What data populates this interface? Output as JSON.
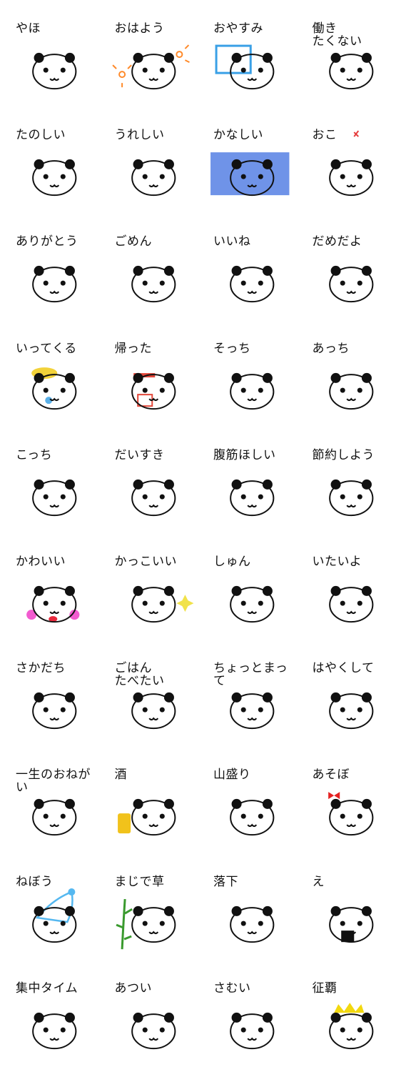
{
  "sheet_title": "",
  "stickers": [
    {
      "label": "やほ",
      "art": "panda-face"
    },
    {
      "label": "おはよう",
      "art": "panda-sun"
    },
    {
      "label": "おやすみ",
      "art": "panda-bed"
    },
    {
      "label": "働き\nたくない",
      "art": "panda-lying"
    },
    {
      "label": "たのしい",
      "art": "panda-happy-eyes"
    },
    {
      "label": "うれしい",
      "art": "panda-jump"
    },
    {
      "label": "かなしい",
      "art": "panda-blue-scribble"
    },
    {
      "label": "おこ",
      "art": "panda-angry"
    },
    {
      "label": "ありがとう",
      "art": "panda-heart"
    },
    {
      "label": "ごめん",
      "art": "panda-bow"
    },
    {
      "label": "いいね",
      "art": "panda-thumbs"
    },
    {
      "label": "だめだよ",
      "art": "panda-flat"
    },
    {
      "label": "いってくる",
      "art": "panda-hat"
    },
    {
      "label": "帰った",
      "art": "panda-headband"
    },
    {
      "label": "そっち",
      "art": "panda-point-left"
    },
    {
      "label": "あっち",
      "art": "panda-point-right"
    },
    {
      "label": "こっち",
      "art": "panda-big-mouth"
    },
    {
      "label": "だいすき",
      "art": "panda-heart-eyes"
    },
    {
      "label": "腹筋ほしい",
      "art": "panda-belly"
    },
    {
      "label": "節約しよう",
      "art": "panda-thin"
    },
    {
      "label": "かわいい",
      "art": "panda-blush"
    },
    {
      "label": "かっこいい",
      "art": "panda-cool"
    },
    {
      "label": "しゅん",
      "art": "panda-sad"
    },
    {
      "label": "いたいよ",
      "art": "panda-hurt"
    },
    {
      "label": "さかだち",
      "art": "panda-handstand"
    },
    {
      "label": "ごはん\nたべたい",
      "art": "panda-hungry"
    },
    {
      "label": "ちょっとまって",
      "art": "panda-wait"
    },
    {
      "label": "はやくして",
      "art": "panda-hurry"
    },
    {
      "label": "一生のおねがい",
      "art": "panda-plead"
    },
    {
      "label": "酒",
      "art": "panda-beer"
    },
    {
      "label": "山盛り",
      "art": "panda-rice"
    },
    {
      "label": "あそぼ",
      "art": "panda-pair"
    },
    {
      "label": "ねぼう",
      "art": "panda-nightcap"
    },
    {
      "label": "まじで草",
      "art": "panda-grass"
    },
    {
      "label": "落下",
      "art": "panda-fall"
    },
    {
      "label": "え",
      "art": "panda-shock"
    },
    {
      "label": "集中タイム",
      "art": "panda-focus"
    },
    {
      "label": "あつい",
      "art": "panda-hot"
    },
    {
      "label": "さむい",
      "art": "panda-cold"
    },
    {
      "label": "征覇",
      "art": "panda-crown"
    }
  ],
  "colors": {
    "ink": "#111111",
    "sun_orange": "#ff8a2a",
    "bed_blue": "#3aa0e6",
    "scribble_blue": "#3f6fe0",
    "anger_red": "#e53b3b",
    "hat_yellow": "#f2d23a",
    "bag_blue": "#5ab0e8",
    "blush_pink": "#f25bd0",
    "lips_red": "#e8283c",
    "sparkle_yellow": "#f1e24a",
    "headband_red": "#e3473a",
    "beer_yellow": "#f1c21b",
    "ribbon_red": "#e52222",
    "nightcap_blue": "#55b8f0",
    "grass_green": "#3a9a2e",
    "crown_yellow": "#f2d80f"
  }
}
